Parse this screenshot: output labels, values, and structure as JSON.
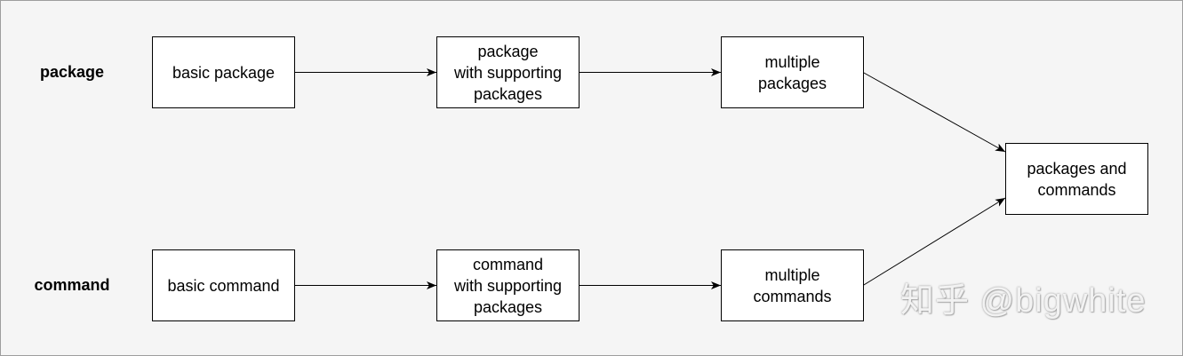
{
  "rows": [
    {
      "label": "package",
      "nodes": [
        "basic package",
        "package\nwith supporting\npackages",
        "multiple\npackages"
      ]
    },
    {
      "label": "command",
      "nodes": [
        "basic command",
        "command\nwith supporting\npackages",
        "multiple\ncommands"
      ]
    }
  ],
  "merge_node": "packages and\ncommands",
  "watermark": "知乎 @bigwhite",
  "colors": {
    "background": "#f5f5f5",
    "box_fill": "#ffffff",
    "stroke": "#000000",
    "frame_border": "#9e9e9e"
  }
}
